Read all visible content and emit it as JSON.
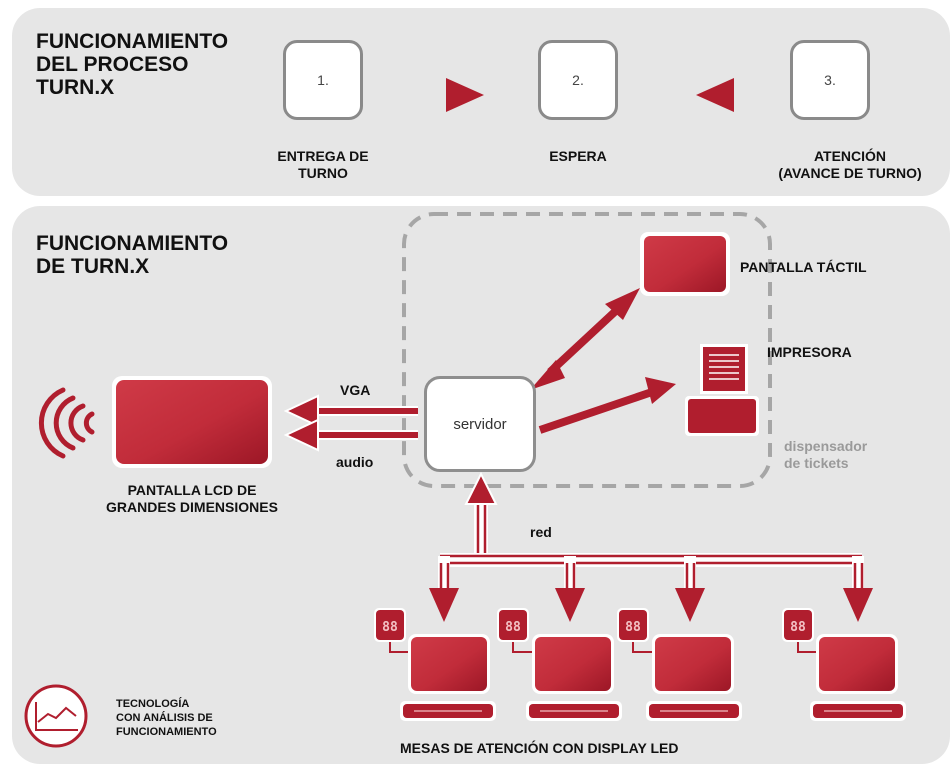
{
  "process": {
    "title_lines": [
      "FUNCIONAMIENTO",
      "DEL PROCESO",
      "TURN.X"
    ],
    "steps": [
      {
        "number": "1.",
        "label_lines": [
          "ENTREGA DE",
          "TURNO"
        ]
      },
      {
        "number": "2.",
        "label_lines": [
          "ESPERA"
        ]
      },
      {
        "number": "3.",
        "label_lines": [
          "ATENCIÓN",
          "(AVANCE DE TURNO)"
        ]
      }
    ]
  },
  "system": {
    "title_lines": [
      "FUNCIONAMIENTO",
      "DE TURN.X"
    ],
    "server_label": "servidor",
    "touchscreen_label": "PANTALLA TÁCTIL",
    "printer_label": "IMPRESORA",
    "dispenser_label_lines": [
      "dispensador",
      "de tickets"
    ],
    "vga_label": "VGA",
    "audio_label": "audio",
    "network_label": "red",
    "lcd_label_lines": [
      "PANTALLA LCD DE",
      "GRANDES DIMENSIONES"
    ],
    "desks_label": "MESAS DE ATENCIÓN CON DISPLAY LED",
    "led_display_text": "88",
    "tech_label_lines": [
      "TECNOLOGÍA",
      "CON ANÁLISIS DE",
      "FUNCIONAMIENTO"
    ]
  },
  "colors": {
    "accent": "#b01e2e",
    "panel": "#e6e6e6",
    "dashed": "#a6a6a6",
    "muted_text": "#9a9a9a"
  }
}
